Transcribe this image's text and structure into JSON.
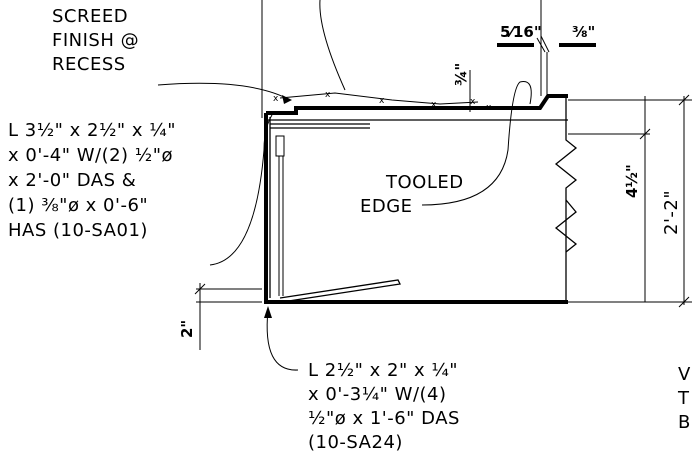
{
  "notes": {
    "screed": [
      "SCREED",
      "FINISH @",
      "RECESS"
    ],
    "angle_top": [
      "L 3½\" x 2½\" x ¼\"",
      "x 0'-4\" W/(2) ½\"ø",
      "x 2'-0\" DAS &",
      "(1) ⅜\"ø x 0'-6\"",
      "HAS (10-SA01)"
    ],
    "tooled_edge": [
      "TOOLED",
      "EDGE"
    ],
    "angle_bottom": [
      "L 2½\" x 2\" x ¼\"",
      "x 0'-3¼\" W/(4)",
      "½\"ø x 1'-6\" DAS",
      "(10-SA24)"
    ],
    "partial_note": [
      "V",
      "T",
      "B"
    ]
  },
  "dimensions": {
    "recess_width": "5⁄16\"",
    "recess_offset": "⅜\"",
    "recess_depth": "¾\"",
    "slab_thickness": "4½\"",
    "total_depth": "2'-2\"",
    "bottom_offset": "2\""
  }
}
